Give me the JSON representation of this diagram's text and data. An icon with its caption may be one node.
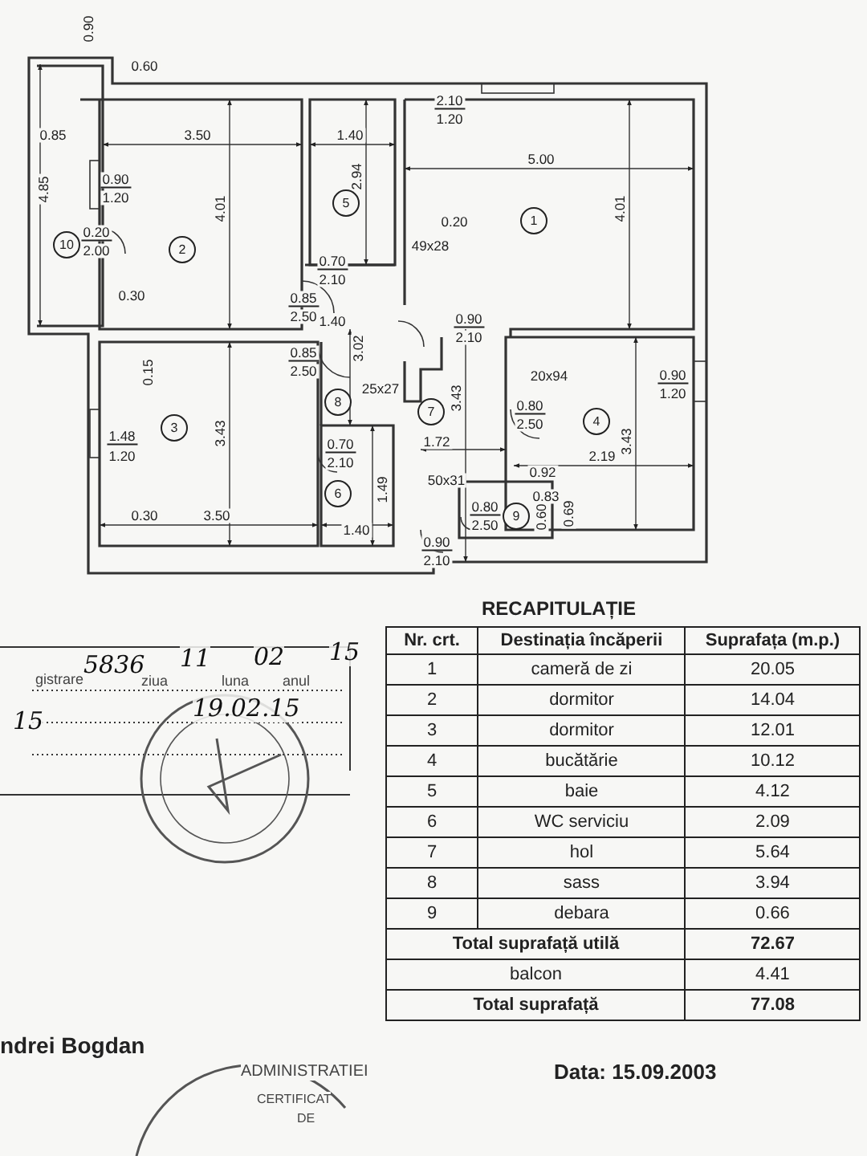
{
  "diagram": {
    "title": "RECAPITULAȚIE",
    "nodes": [
      {
        "text": [
          "5"
        ]
      },
      {
        "text": [
          "1"
        ]
      },
      {
        "text": [
          "10"
        ]
      },
      {
        "text": [
          "2"
        ]
      },
      {
        "text": [
          "8"
        ]
      },
      {
        "text": [
          "7"
        ]
      },
      {
        "text": [
          "4"
        ]
      },
      {
        "text": [
          "3"
        ]
      },
      {
        "text": [
          "6"
        ]
      },
      {
        "text": [
          "9"
        ]
      }
    ],
    "labels": [
      "0.90",
      "0.60",
      "0.85",
      "3.50",
      "1.40",
      "2.10",
      "1.20",
      "5.00",
      "4.85",
      "0.90",
      "1.20",
      "4.01",
      "2.94",
      "0.20",
      "4.01",
      "0.20",
      "2.00",
      "0.70",
      "2.10",
      "49x28",
      "0.30",
      "0.85",
      "2.50",
      "1.40",
      "0.90",
      "2.10",
      "0.15",
      "0.85",
      "2.50",
      "3.02",
      "3.43",
      "25x27",
      "20x94",
      "0.90",
      "1.20",
      "3.43",
      "0.80",
      "2.50",
      "3.43",
      "1.48",
      "1.20",
      "0.70",
      "2.10",
      "1.72",
      "2.19",
      "1.49",
      "50x31",
      "0.92",
      "0.83",
      "0.80",
      "2.50",
      "0.60",
      "0.69",
      "0.30",
      "3.50",
      "1.40",
      "0.90",
      "2.10",
      "gistrare",
      "5836",
      "ziua",
      "11",
      "luna",
      "02",
      "anul",
      "15",
      "19.02.15",
      "15",
      "Nr. crt.",
      "Destinația încăperii",
      "Suprafața (m.p.)",
      "1",
      "cameră de zi",
      "20.05",
      "2",
      "dormitor",
      "14.04",
      "3",
      "dormitor",
      "12.01",
      "4",
      "bucătărie",
      "10.12",
      "5",
      "baie",
      "4.12",
      "6",
      "WC serviciu",
      "2.09",
      "7",
      "hol",
      "5.64",
      "8",
      "sass",
      "3.94",
      "9",
      "debara",
      "0.66",
      "Total suprafață utilă",
      "72.67",
      "balcon",
      "4.41",
      "Total suprafață",
      "77.08",
      "ndrei Bogdan",
      "ADMINISTRATIEI",
      "CERTIFICAT",
      "DE",
      "Data: 15.09.2003"
    ]
  }
}
